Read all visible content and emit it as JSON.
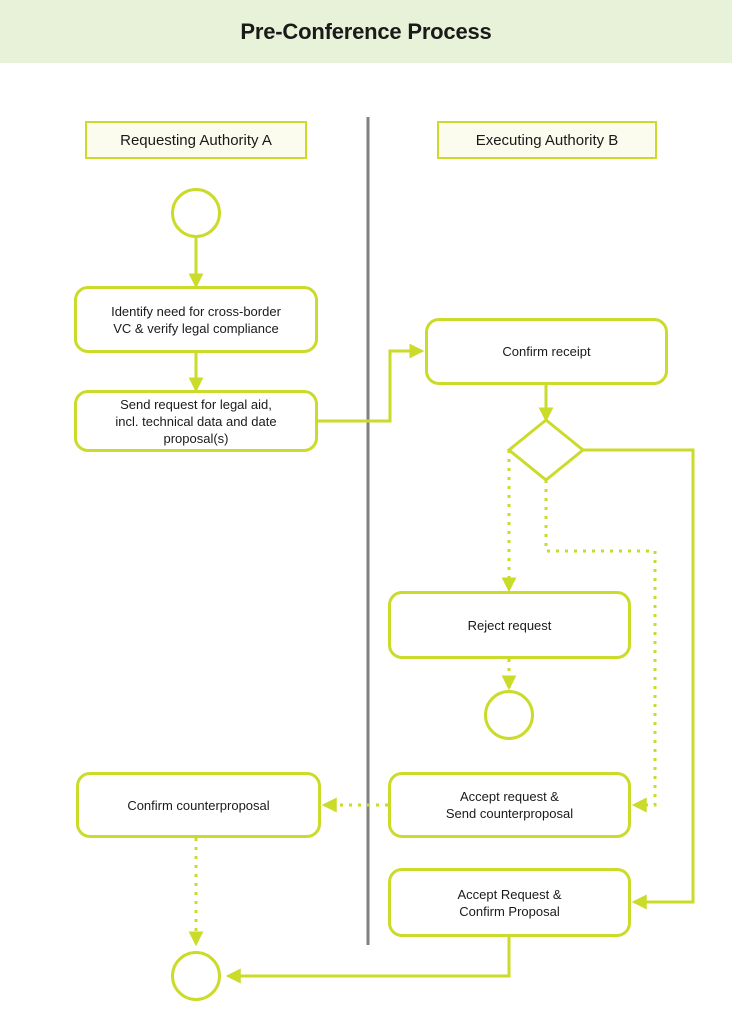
{
  "page": {
    "title": "Pre-Conference Process",
    "header_bg": "#e7f2d8",
    "accent": "#cadb2a",
    "divider_color": "#808080",
    "node_fill": "#ffffff",
    "lane_fill": "#fbfbee",
    "text_color": "#1a1a1a"
  },
  "lanes": [
    {
      "id": "lane-a",
      "label": "Requesting Authority A"
    },
    {
      "id": "lane-b",
      "label": "Executing Authority B"
    }
  ],
  "nodes": {
    "start": {
      "type": "start-event",
      "label": ""
    },
    "identify": {
      "type": "task",
      "label": "Identify need for cross-border\nVC & verify legal compliance"
    },
    "send_request": {
      "type": "task",
      "label": "Send request for legal aid,\nincl. technical data and date\nproposal(s)"
    },
    "confirm_receipt": {
      "type": "task",
      "label": "Confirm receipt"
    },
    "decision": {
      "type": "gateway",
      "label": ""
    },
    "reject": {
      "type": "task",
      "label": "Reject request"
    },
    "end_reject": {
      "type": "end-event",
      "label": ""
    },
    "accept_counter": {
      "type": "task",
      "label": "Accept request &\nSend counterproposal"
    },
    "accept_confirm": {
      "type": "task",
      "label": "Accept Request &\nConfirm Proposal"
    },
    "confirm_counter": {
      "type": "task",
      "label": "Confirm counterproposal"
    },
    "end_final": {
      "type": "end-event",
      "label": ""
    }
  },
  "flows": [
    {
      "from": "start",
      "to": "identify",
      "style": "solid"
    },
    {
      "from": "identify",
      "to": "send_request",
      "style": "solid"
    },
    {
      "from": "send_request",
      "to": "confirm_receipt",
      "style": "solid"
    },
    {
      "from": "confirm_receipt",
      "to": "decision",
      "style": "solid"
    },
    {
      "from": "decision",
      "to": "reject",
      "style": "dotted"
    },
    {
      "from": "reject",
      "to": "end_reject",
      "style": "dotted"
    },
    {
      "from": "decision",
      "to": "accept_counter",
      "style": "dotted"
    },
    {
      "from": "decision",
      "to": "accept_confirm",
      "style": "solid"
    },
    {
      "from": "accept_counter",
      "to": "confirm_counter",
      "style": "dotted"
    },
    {
      "from": "confirm_counter",
      "to": "end_final",
      "style": "dotted"
    },
    {
      "from": "accept_confirm",
      "to": "end_final",
      "style": "solid"
    }
  ]
}
